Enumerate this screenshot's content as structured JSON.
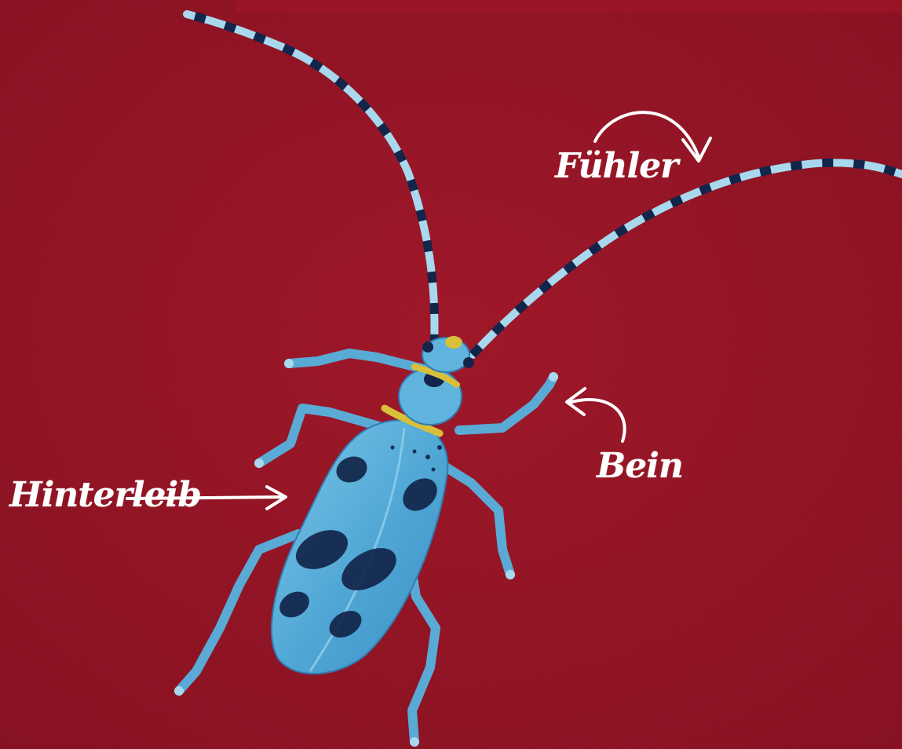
{
  "labels": {
    "antenna": "Fühler",
    "leg": "Bein",
    "abdomen": "Hinterleib"
  },
  "colors": {
    "background": "#8e1020",
    "beetle_body": "#5fb3dc",
    "beetle_light": "#a8d8ee",
    "spots": "#13254a",
    "collar": "#d8c03a",
    "annotation": "#ffffff"
  },
  "icons": [
    "curved-arrow-icon",
    "straight-arrow-icon"
  ]
}
